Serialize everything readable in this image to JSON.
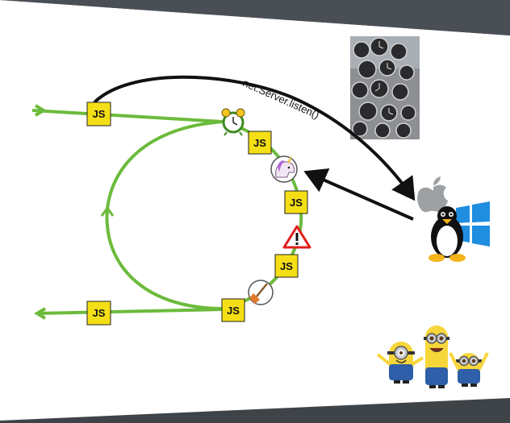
{
  "slide": {
    "js_badge_label": "JS",
    "api_label": "net.Server.listen()",
    "colors": {
      "loop_green": "#6cbb3c",
      "badge_yellow": "#f4df16",
      "arrow_black": "#111111",
      "warning_red": "#e0201c",
      "windows_blue": "#1f8de0"
    },
    "icons": [
      "alarm-clock-icon",
      "unicorn-icon",
      "warning-icon",
      "broom-icon",
      "apple-logo-icon",
      "linux-tux-icon",
      "windows-logo-icon",
      "clock-tower-photo",
      "minions-illustration"
    ]
  }
}
